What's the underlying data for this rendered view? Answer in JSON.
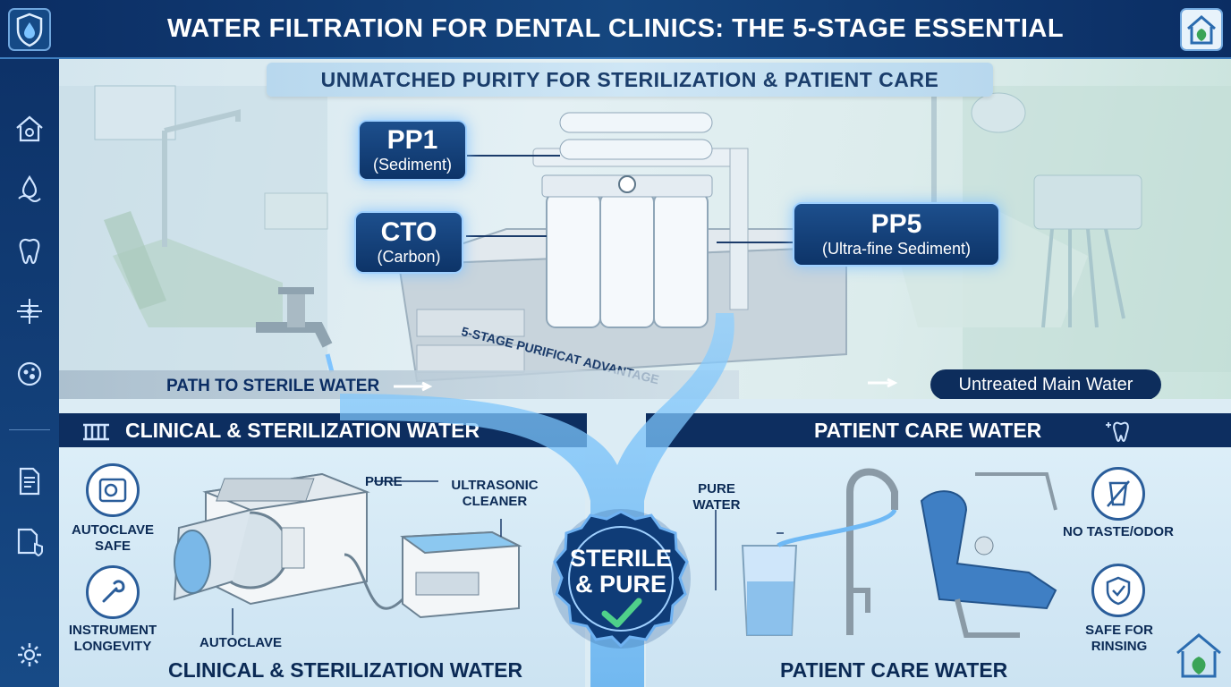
{
  "header": {
    "title": "WATER FILTRATION FOR DENTAL CLINICS: THE 5-STAGE ESSENTIAL",
    "subtitle": "UNMATCHED PURITY FOR STERILIZATION & PATIENT CARE"
  },
  "sidebar": {
    "items": [
      {
        "icon": "home-icon"
      },
      {
        "icon": "water-drop-icon"
      },
      {
        "icon": "tooth-icon"
      },
      {
        "icon": "filter-icon"
      },
      {
        "icon": "bacteria-icon"
      },
      {
        "icon": "document-icon"
      },
      {
        "icon": "shield-document-icon"
      },
      {
        "icon": "gear-icon"
      }
    ]
  },
  "stages": [
    {
      "name": "PP1",
      "desc": "(Sediment)"
    },
    {
      "name": "CTO",
      "desc": "(Carbon)"
    },
    {
      "name": "PP5",
      "desc": "(Ultra-fine Sediment)"
    }
  ],
  "scene": {
    "counter_text": "5-STAGE PURIFICAT ADVANTAGE",
    "path_label": "PATH TO STERILE WATER",
    "untreated_label": "Untreated Main Water"
  },
  "clinical": {
    "header": "CLINICAL & STERILIZATION WATER",
    "title": "CLINICAL & STERILIZATION WATER",
    "autoclave_safe": "AUTOCLAVE SAFE",
    "instrument_longevity": "INSTRUMENT LONGEVITY",
    "pure": "PURE",
    "ultrasonic_cleaner": "ULTRASONIC CLEANER",
    "autoclave": "AUTOCLAVE"
  },
  "badge": {
    "line1": "STERILE",
    "line2": "& PURE"
  },
  "patient": {
    "header": "PATIENT CARE WATER",
    "title": "PATIENT CARE WATER",
    "pure_water": "PURE WATER",
    "no_taste": "NO TASTE/ODOR",
    "safe_rinsing": "SAFE FOR RINSING"
  },
  "colors": {
    "navy": "#0d2e60",
    "accent": "#3a8fe0",
    "water": "#6fb9f5"
  }
}
